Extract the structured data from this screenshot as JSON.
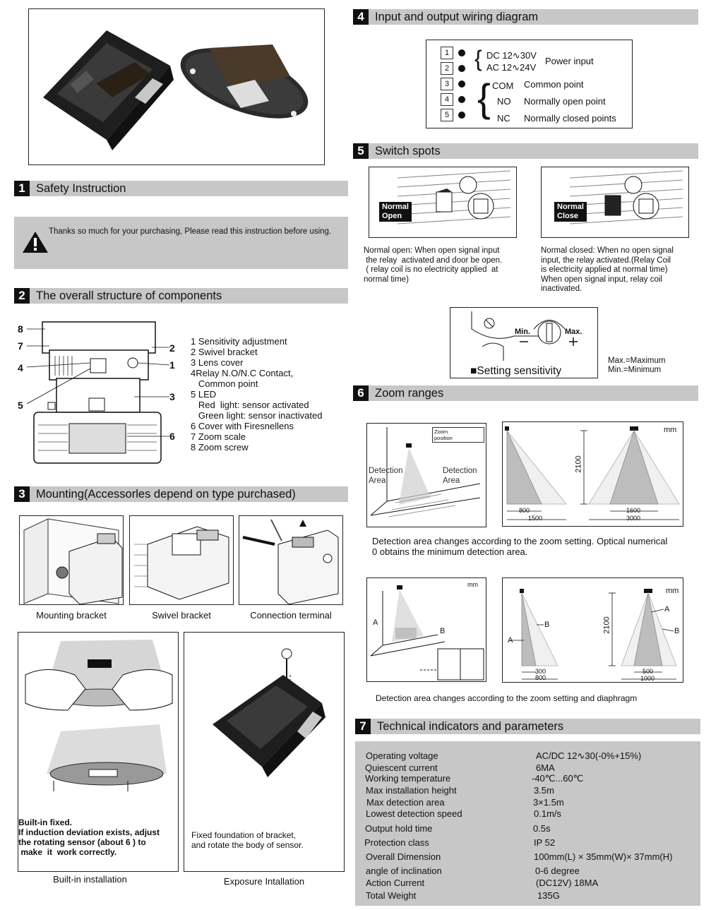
{
  "sections": {
    "s1": {
      "num": "1",
      "title": "Safety Instruction"
    },
    "s2": {
      "num": "2",
      "title": "The overall structure of components"
    },
    "s3": {
      "num": "3",
      "title": "Mounting(Accessorles depend  on type purchased)"
    },
    "s4": {
      "num": "4",
      "title": "Input and output wiring diagram"
    },
    "s5": {
      "num": "5",
      "title": "Switch spots"
    },
    "s6": {
      "num": "6",
      "title": "Zoom ranges"
    },
    "s7": {
      "num": "7",
      "title": "Technical indicators and parameters"
    }
  },
  "safety": {
    "text": "Thanks so much for your purchasing, Please read this instruction before using.",
    "icon": "warning-icon"
  },
  "structure": {
    "callouts": [
      "8",
      "7",
      "4",
      "5",
      "2",
      "1",
      "3",
      "6"
    ],
    "items": [
      "1 Sensitivity adjustment",
      "2 Swivel bracket",
      "3 Lens cover",
      "4Relay N.O/N.C Contact,",
      "   Common point",
      "5 LED",
      "   Red  light: sensor activated",
      "   Green light: sensor inactivated",
      "6 Cover with Firesnellens",
      "7 Zoom scale",
      "8 Zoom screw"
    ]
  },
  "mounting": {
    "captions": [
      "Mounting bracket",
      "Swivel bracket",
      "Connection terminal"
    ],
    "builtin_note": [
      "Built-in fixed.",
      "If  induction deviation exists, adjust",
      "the rotating sensor  (about  6 )  to",
      " make  it  work correctly."
    ],
    "builtin_caption": "Built-in installation",
    "exposure_note": [
      "Fixed foundation of  bracket,",
      "and rotate the body of  sensor."
    ],
    "exposure_caption": "Exposure Intallation"
  },
  "wiring": {
    "terminals": [
      "1",
      "2",
      "3",
      "4",
      "5"
    ],
    "dc": "DC  12∿30V",
    "ac": "AC  12∿24V",
    "power": "Power input",
    "com": "COM",
    "com_desc": "Common point",
    "no": "NO",
    "no_desc": "Normally open point",
    "nc": "NC",
    "nc_desc": "Normally closed points"
  },
  "switch": {
    "open_label": [
      "Normal",
      "Open"
    ],
    "close_label": [
      "Normal",
      "Close"
    ],
    "open_desc": [
      "Normal open: When open signal input",
      " the relay  activated and door be open.",
      " ( relay coil is no electricity applied  at",
      "normal time)"
    ],
    "close_desc": [
      "Normal  closed: When no open signal",
      "input, the relay activated.(Relay Coil",
      "is electricity applied at normal time)",
      "When open signal input, relay coil",
      "inactivated."
    ],
    "min": "Min.",
    "max": "Max.",
    "setting": "■Setting sensitivity",
    "legend": [
      "Max.=Maximum",
      "Min.=Minimum"
    ]
  },
  "zoom": {
    "zoom_position": [
      "Zoom",
      "position"
    ],
    "detection_area": [
      "Detection",
      "Area"
    ],
    "mm": "mm",
    "h1": "2100",
    "d1": [
      "800",
      "1500"
    ],
    "d2": [
      "1600",
      "3000"
    ],
    "note1": [
      "Detection area changes according to the zoom setting. Optical numerical",
      "0 obtains  the minimum detection area."
    ],
    "A": "A",
    "B": "B",
    "d3": [
      "300",
      "800"
    ],
    "d4": [
      "500",
      "1000"
    ],
    "note2": "Detection area changes according to the  zoom setting and diaphragm"
  },
  "specs": [
    {
      "k": "Operating voltage",
      "v": "AC/DC 12∿30(-0%+15%)"
    },
    {
      "k": "Quiescent current",
      "v": "6MA"
    },
    {
      "k": "Working temperature",
      "v": "-40℃...60℃"
    },
    {
      "k": "Max installation height",
      "v": "3.5m"
    },
    {
      "k": "Max detection area",
      "v": "3×1.5m"
    },
    {
      "k": "Lowest detection speed",
      "v": "0.1m/s"
    },
    {
      "k": "Output hold time",
      "v": "0.5s"
    },
    {
      "k": "Protection class",
      "v": "IP 52"
    },
    {
      "k": "Overall Dimension",
      "v": "100mm(L) × 35mm(W)× 37mm(H)"
    },
    {
      "k": "angle of inclination",
      "v": "0-6 degree"
    },
    {
      "k": "Action Current",
      "v": "(DC12V) 18MA"
    },
    {
      "k": "Total Weight",
      "v": "135G"
    }
  ]
}
